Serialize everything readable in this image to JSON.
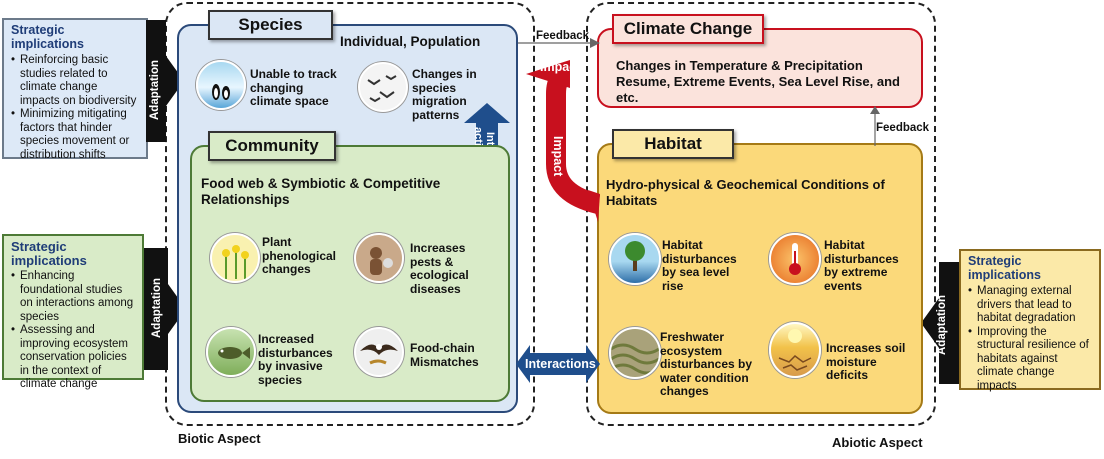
{
  "left_top_implications": {
    "title": "Strategic implications",
    "items": [
      "Reinforcing basic studies related to climate change impacts on biodiversity",
      "Minimizing mitigating factors that hinder species movement or distribution shifts"
    ]
  },
  "left_bottom_implications": {
    "title": "Strategic implications",
    "items": [
      "Enhancing foundational studies on interactions among species",
      "Assessing and improving ecosystem conservation policies in the context of climate change"
    ]
  },
  "right_implications": {
    "title": "Strategic implications",
    "items": [
      "Managing external drivers that lead to habitat degradation",
      "Improving the structural resilience of habitats against climate change impacts"
    ]
  },
  "adaptation_label": "Adaptation",
  "species": {
    "tab": "Species",
    "heading": "Individual, Population",
    "items": [
      "Unable to track changing climate space",
      "Changes in species migration patterns"
    ]
  },
  "community": {
    "tab": "Community",
    "heading": "Food web & Symbiotic & Competitive Relationships",
    "items": [
      "Plant phenological changes",
      "Increases pests & ecological diseases",
      "Increased disturbances by invasive species",
      "Food-chain Mismatches"
    ]
  },
  "interactions_vertical": "Inter-actions",
  "climate": {
    "tab": "Climate Change",
    "text": "Changes in Temperature & Precipitation Resume, Extreme Events, Sea Level Rise, and etc."
  },
  "habitat": {
    "tab": "Habitat",
    "heading": "Hydro-physical & Geochemical Conditions of Habitats",
    "items": [
      "Habitat disturbances by sea level rise",
      "Habitat disturbances by extreme events",
      "Freshwater ecosystem disturbances by water condition changes",
      "Increases soil moisture deficits"
    ]
  },
  "feedback_top": "Feedback",
  "feedback_right": "Feedback",
  "impact_horizontal": "Impact",
  "impact_vertical": "Impact",
  "interactions_horizontal": "Interactions",
  "biotic_aspect": "Biotic Aspect",
  "abiotic_aspect": "Abiotic Aspect",
  "colors": {
    "species_bg": "#dbe7f5",
    "community_bg": "#d9ebc8",
    "climate_bg": "#fbe3dc",
    "habitat_bg": "#fbd97a",
    "impact_red": "#c8101e",
    "interaction_blue": "#1f4e8c"
  }
}
